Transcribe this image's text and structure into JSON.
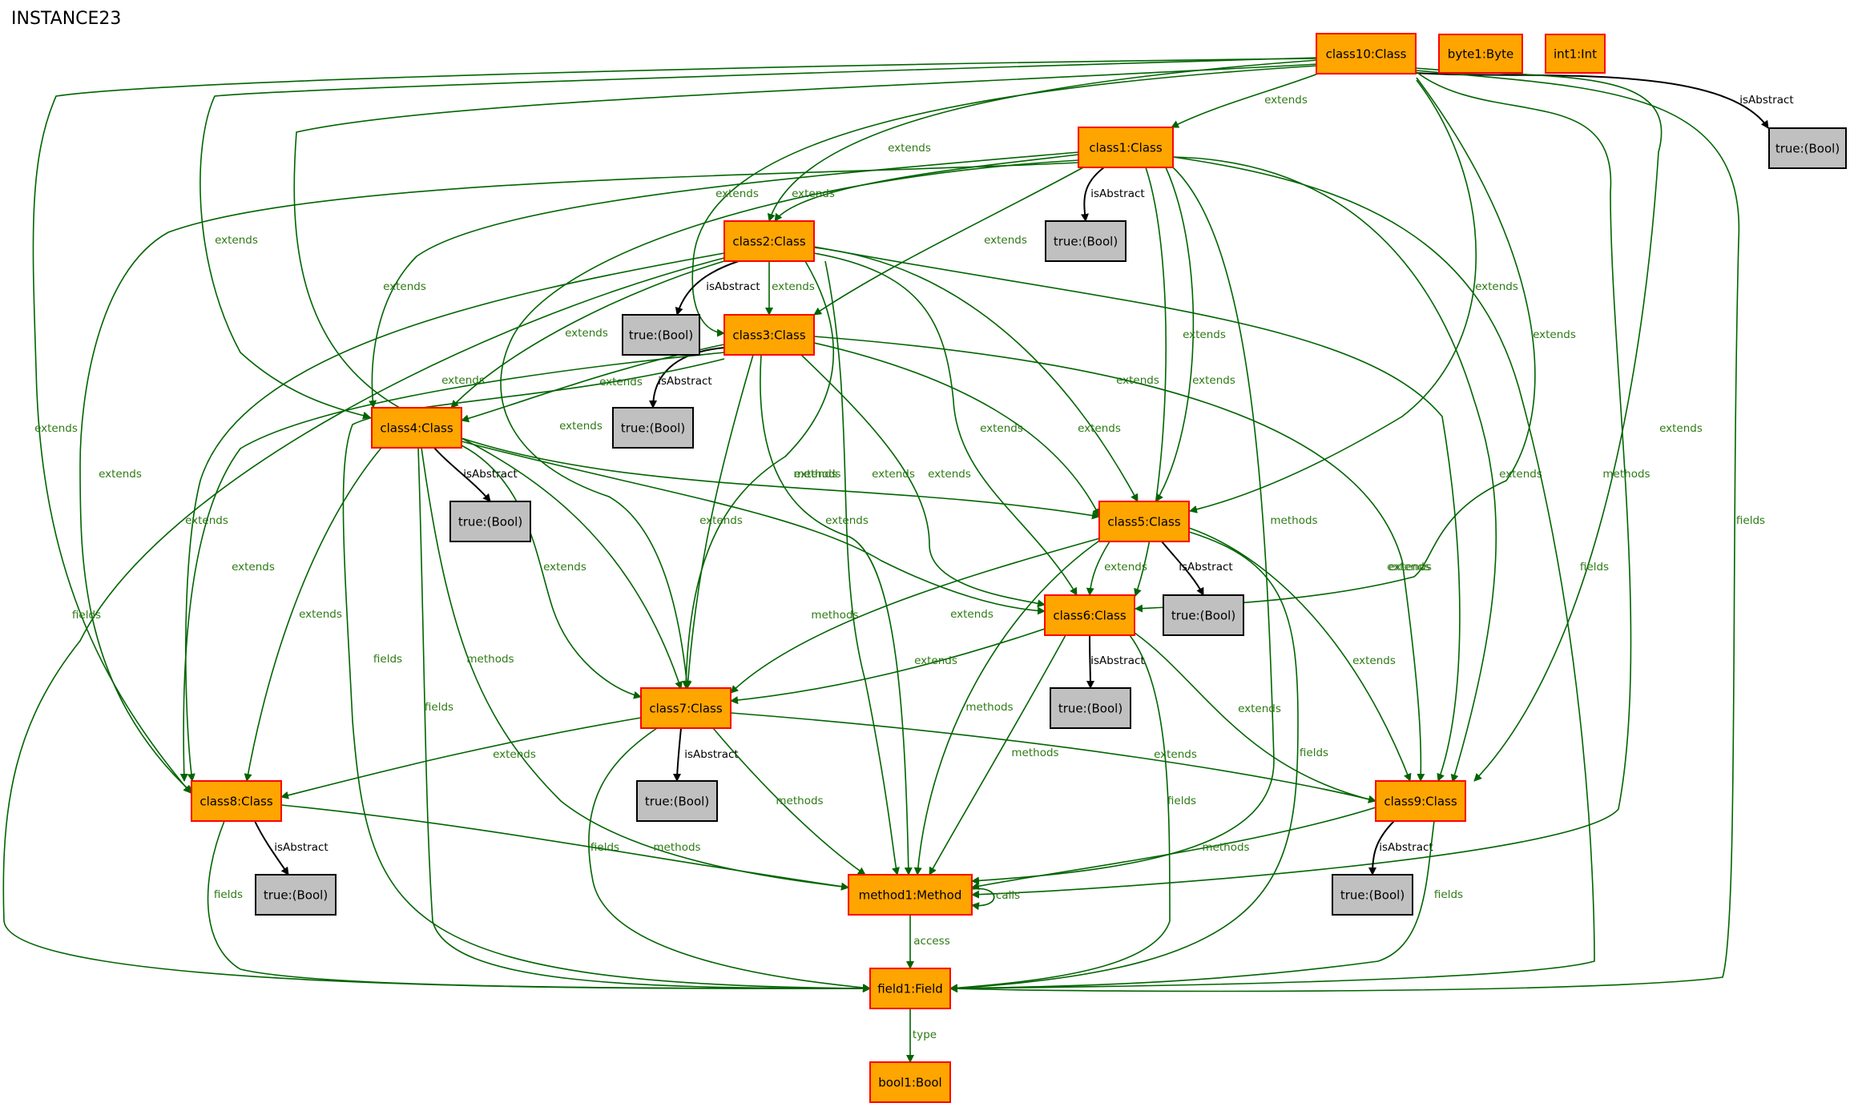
{
  "title": "INSTANCE23",
  "colors": {
    "object_fill": "#ffa500",
    "object_stroke": "#ff0000",
    "value_fill": "#c0c0c0",
    "value_stroke": "#000000",
    "edge_green": "#006400",
    "label_green": "#2d7a14",
    "edge_black": "#000000"
  },
  "nodes": [
    {
      "id": "class10",
      "label": "class10:Class",
      "kind": "object"
    },
    {
      "id": "byte1",
      "label": "byte1:Byte",
      "kind": "object"
    },
    {
      "id": "int1",
      "label": "int1:Int",
      "kind": "object"
    },
    {
      "id": "b10",
      "label": "true:(Bool)",
      "kind": "value"
    },
    {
      "id": "class1",
      "label": "class1:Class",
      "kind": "object"
    },
    {
      "id": "b1",
      "label": "true:(Bool)",
      "kind": "value"
    },
    {
      "id": "class2",
      "label": "class2:Class",
      "kind": "object"
    },
    {
      "id": "b2",
      "label": "true:(Bool)",
      "kind": "value"
    },
    {
      "id": "class3",
      "label": "class3:Class",
      "kind": "object"
    },
    {
      "id": "b3",
      "label": "true:(Bool)",
      "kind": "value"
    },
    {
      "id": "class4",
      "label": "class4:Class",
      "kind": "object"
    },
    {
      "id": "b4",
      "label": "true:(Bool)",
      "kind": "value"
    },
    {
      "id": "class5",
      "label": "class5:Class",
      "kind": "object"
    },
    {
      "id": "b5",
      "label": "true:(Bool)",
      "kind": "value"
    },
    {
      "id": "class6",
      "label": "class6:Class",
      "kind": "object"
    },
    {
      "id": "b6",
      "label": "true:(Bool)",
      "kind": "value"
    },
    {
      "id": "class7",
      "label": "class7:Class",
      "kind": "object"
    },
    {
      "id": "b7",
      "label": "true:(Bool)",
      "kind": "value"
    },
    {
      "id": "class8",
      "label": "class8:Class",
      "kind": "object"
    },
    {
      "id": "b8",
      "label": "true:(Bool)",
      "kind": "value"
    },
    {
      "id": "class9",
      "label": "class9:Class",
      "kind": "object"
    },
    {
      "id": "b9",
      "label": "true:(Bool)",
      "kind": "value"
    },
    {
      "id": "method1",
      "label": "method1:Method",
      "kind": "object"
    },
    {
      "id": "field1",
      "label": "field1:Field",
      "kind": "object"
    },
    {
      "id": "bool1",
      "label": "bool1:Bool",
      "kind": "object"
    }
  ],
  "edges": [
    {
      "from": "class10",
      "to": "b10",
      "label": "isAbstract"
    },
    {
      "from": "class10",
      "to": "class1",
      "label": "extends"
    },
    {
      "from": "class10",
      "to": "class2",
      "label": "extends"
    },
    {
      "from": "class10",
      "to": "class3",
      "label": "extends"
    },
    {
      "from": "class10",
      "to": "class4",
      "label": "extends"
    },
    {
      "from": "class10",
      "to": "class5",
      "label": "extends"
    },
    {
      "from": "class10",
      "to": "class6",
      "label": "extends"
    },
    {
      "from": "class10",
      "to": "class7",
      "label": "extends"
    },
    {
      "from": "class10",
      "to": "class8",
      "label": "extends"
    },
    {
      "from": "class10",
      "to": "class9",
      "label": "extends"
    },
    {
      "from": "class10",
      "to": "method1",
      "label": "methods"
    },
    {
      "from": "class10",
      "to": "field1",
      "label": "fields"
    },
    {
      "from": "class1",
      "to": "b1",
      "label": "isAbstract"
    },
    {
      "from": "class1",
      "to": "class2",
      "label": "extends"
    },
    {
      "from": "class1",
      "to": "class3",
      "label": "extends"
    },
    {
      "from": "class1",
      "to": "class4",
      "label": "extends"
    },
    {
      "from": "class1",
      "to": "class5",
      "label": "extends"
    },
    {
      "from": "class1",
      "to": "class6",
      "label": "extends"
    },
    {
      "from": "class1",
      "to": "class7",
      "label": "extends"
    },
    {
      "from": "class1",
      "to": "class8",
      "label": "extends"
    },
    {
      "from": "class1",
      "to": "class9",
      "label": "extends"
    },
    {
      "from": "class1",
      "to": "method1",
      "label": "methods"
    },
    {
      "from": "class1",
      "to": "field1",
      "label": "fields"
    },
    {
      "from": "class2",
      "to": "b2",
      "label": "isAbstract"
    },
    {
      "from": "class2",
      "to": "class3",
      "label": "extends"
    },
    {
      "from": "class2",
      "to": "class4",
      "label": "extends"
    },
    {
      "from": "class2",
      "to": "class5",
      "label": "extends"
    },
    {
      "from": "class2",
      "to": "class6",
      "label": "extends"
    },
    {
      "from": "class2",
      "to": "class7",
      "label": "extends"
    },
    {
      "from": "class2",
      "to": "class8",
      "label": "extends"
    },
    {
      "from": "class2",
      "to": "class9",
      "label": "extends"
    },
    {
      "from": "class2",
      "to": "method1",
      "label": "methods"
    },
    {
      "from": "class2",
      "to": "field1",
      "label": "fields"
    },
    {
      "from": "class3",
      "to": "b3",
      "label": "isAbstract"
    },
    {
      "from": "class3",
      "to": "class4",
      "label": "extends"
    },
    {
      "from": "class3",
      "to": "class5",
      "label": "extends"
    },
    {
      "from": "class3",
      "to": "class6",
      "label": "extends"
    },
    {
      "from": "class3",
      "to": "class7",
      "label": "extends"
    },
    {
      "from": "class3",
      "to": "class8",
      "label": "extends"
    },
    {
      "from": "class3",
      "to": "class9",
      "label": "extends"
    },
    {
      "from": "class3",
      "to": "method1",
      "label": "methods"
    },
    {
      "from": "class3",
      "to": "field1",
      "label": "fields"
    },
    {
      "from": "class4",
      "to": "b4",
      "label": "isAbstract"
    },
    {
      "from": "class4",
      "to": "class5",
      "label": "extends"
    },
    {
      "from": "class4",
      "to": "class6",
      "label": "extends"
    },
    {
      "from": "class4",
      "to": "class7",
      "label": "extends"
    },
    {
      "from": "class4",
      "to": "class8",
      "label": "extends"
    },
    {
      "from": "class4",
      "to": "method1",
      "label": "methods"
    },
    {
      "from": "class4",
      "to": "field1",
      "label": "fields"
    },
    {
      "from": "class5",
      "to": "b5",
      "label": "isAbstract"
    },
    {
      "from": "class5",
      "to": "class6",
      "label": "extends"
    },
    {
      "from": "class5",
      "to": "class7",
      "label": "extends"
    },
    {
      "from": "class5",
      "to": "class9",
      "label": "extends"
    },
    {
      "from": "class5",
      "to": "method1",
      "label": "methods"
    },
    {
      "from": "class5",
      "to": "field1",
      "label": "fields"
    },
    {
      "from": "class6",
      "to": "b6",
      "label": "isAbstract"
    },
    {
      "from": "class6",
      "to": "class7",
      "label": "extends"
    },
    {
      "from": "class6",
      "to": "class9",
      "label": "extends"
    },
    {
      "from": "class6",
      "to": "method1",
      "label": "methods"
    },
    {
      "from": "class6",
      "to": "field1",
      "label": "fields"
    },
    {
      "from": "class7",
      "to": "b7",
      "label": "isAbstract"
    },
    {
      "from": "class7",
      "to": "class8",
      "label": "extends"
    },
    {
      "from": "class7",
      "to": "class9",
      "label": "extends"
    },
    {
      "from": "class7",
      "to": "method1",
      "label": "methods"
    },
    {
      "from": "class7",
      "to": "field1",
      "label": "fields"
    },
    {
      "from": "class8",
      "to": "b8",
      "label": "isAbstract"
    },
    {
      "from": "class8",
      "to": "method1",
      "label": "methods"
    },
    {
      "from": "class8",
      "to": "field1",
      "label": "fields"
    },
    {
      "from": "class9",
      "to": "b9",
      "label": "isAbstract"
    },
    {
      "from": "class9",
      "to": "method1",
      "label": "methods"
    },
    {
      "from": "class9",
      "to": "field1",
      "label": "fields"
    },
    {
      "from": "method1",
      "to": "method1",
      "label": "calls"
    },
    {
      "from": "method1",
      "to": "field1",
      "label": "access"
    },
    {
      "from": "field1",
      "to": "bool1",
      "label": "type"
    }
  ]
}
